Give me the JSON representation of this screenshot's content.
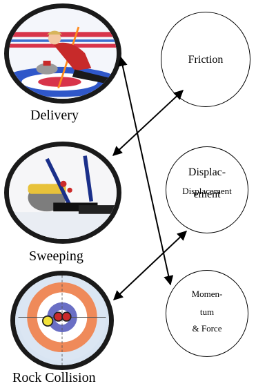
{
  "activities": {
    "delivery": {
      "caption": "Delivery",
      "image": "curler-delivering-stone"
    },
    "sweeping": {
      "caption": "Sweeping",
      "image": "curling-stone-and-brooms"
    },
    "collision": {
      "caption": "Rock Collision",
      "image": "curling-house-target-with-stones"
    }
  },
  "concepts": {
    "friction": {
      "label": "Friction"
    },
    "displacement": {
      "label_line1": "Displac-",
      "label_line2": "ement",
      "overlay": "Displacement"
    },
    "momentum": {
      "line1": "Momen-",
      "line2": "tum",
      "line3": "& Force"
    }
  },
  "links": [
    [
      "delivery",
      "momentum"
    ],
    [
      "sweeping",
      "friction"
    ],
    [
      "collision",
      "displacement"
    ]
  ]
}
